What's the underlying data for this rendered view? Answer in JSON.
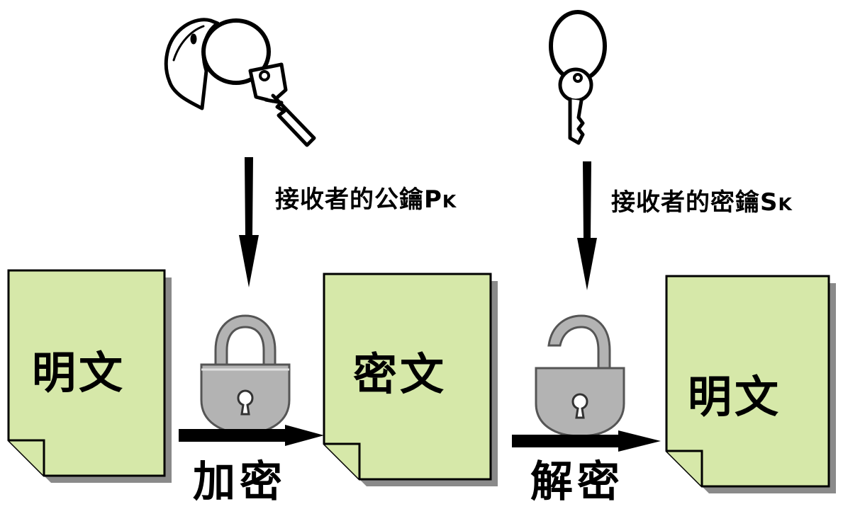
{
  "keys": {
    "public": {
      "label": "接收者的公鑰",
      "symbol": "P",
      "subscript": "K"
    },
    "private": {
      "label": "接收者的密鑰",
      "symbol": "S",
      "subscript": "K"
    }
  },
  "documents": {
    "plaintext_in": "明文",
    "ciphertext": "密文",
    "plaintext_out": "明文"
  },
  "operations": {
    "encrypt": "加密",
    "decrypt": "解密"
  },
  "colors": {
    "document_fill": "#d6e8a9",
    "document_shadow": "#8a8a8a",
    "lock_body": "#b3b3b3",
    "arrow": "#000000"
  },
  "icons": {
    "public_key": "key-with-tag-icon",
    "private_key": "key-on-ring-icon",
    "encrypt_lock": "closed-padlock-icon",
    "decrypt_lock": "open-padlock-icon"
  }
}
